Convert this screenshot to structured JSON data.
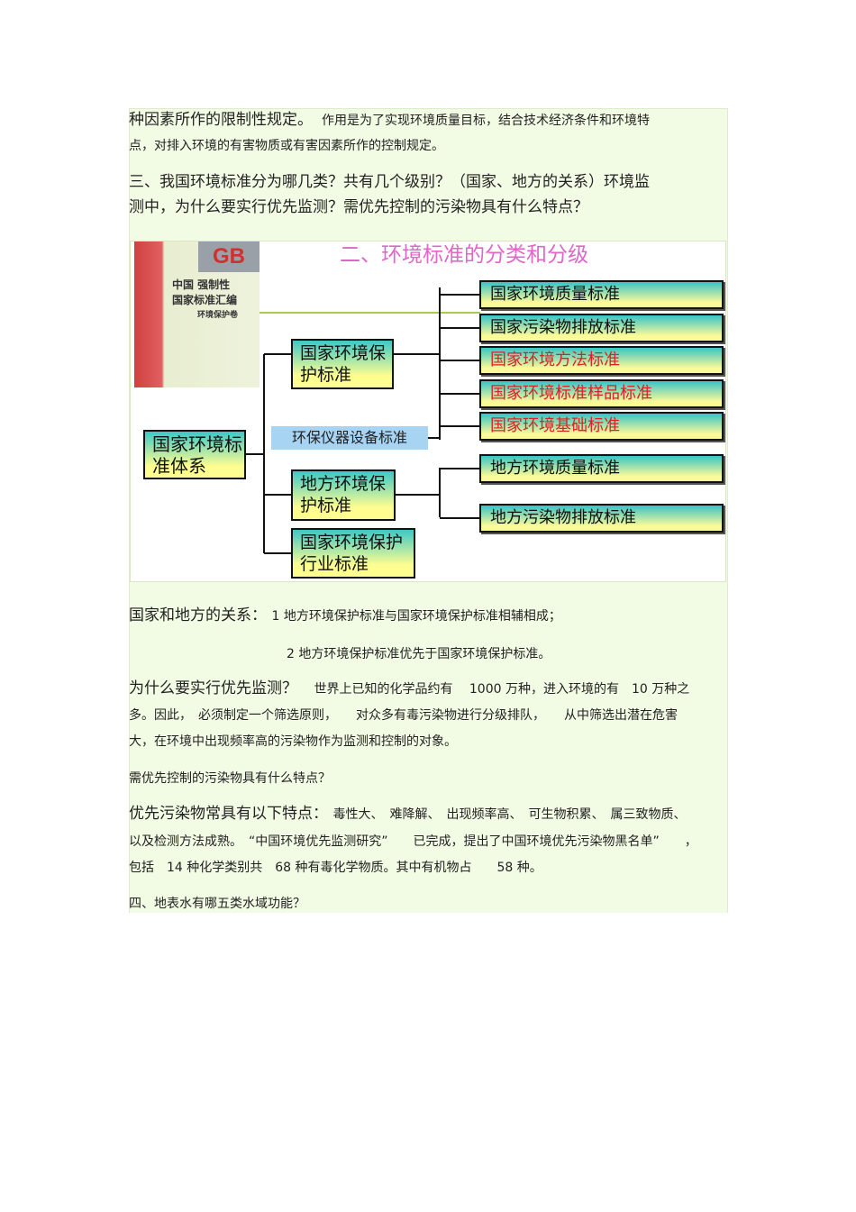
{
  "paragraphs": {
    "l1a": "种因素所作的限制性规定。",
    "l1b": "作用是为了实现环境质量目标，结合技术经济条件和环境特",
    "l2": "点，对排入环境的有害物质或有害因素所作的控制规定。",
    "l3": "三、我国环境标准分为哪几类？共有几个级别？（国家、地方的关系）环境监",
    "l4": "测中，为什么要实行优先监测？需优先控制的污染物具有什么特点？",
    "l5a": "国家和地方的关系：",
    "l5b": "1 地方环境保护标准与国家环境保护标准相辅相成；",
    "l6": "2 地方环境保护标准优先于国家环境保护标准。",
    "l7a": "为什么要实行优先监测？",
    "l7b": "世界上已知的化学品约有　 1000 万种，进入环境的有　10 万种之",
    "l8": "多。因此，　必须制定一个筛选原则，　　对众多有毒污染物进行分级排队，　　从中筛选出潜在危害",
    "l9": "大，在环境中出现频率高的污染物作为监测和控制的对象。",
    "l10": "需优先控制的污染物具有什么特点？",
    "l11a": "优先污染物常具有以下特点：",
    "l11b": "毒性大、　难降解、　出现频率高、　可生物积累、　属三致物质、",
    "l12": "以及检测方法成熟。　“中国环境优先监测研究”　　已完成，提出了中国环境优先污染物黑名单”　　，",
    "l13": "包括　14 种化学类别共　68 种有毒化学物质。其中有机物占　　58 种。",
    "l14": "四、地表水有哪五类水域功能？"
  },
  "diagram": {
    "title": "二、环境标准的分类和分级",
    "book": {
      "gb": "GB",
      "line1": "中国 强制性",
      "line2": "国家标准汇编",
      "line3": "环境保护卷"
    },
    "root": "国家环境标准体系",
    "national": "国家环境保护标准",
    "instrument": "环保仪器设备标准",
    "local": "地方环境保护标准",
    "industry": "国家环境保护行业标准",
    "national_items": [
      {
        "label": "国家环境质量标准",
        "red": false
      },
      {
        "label": "国家污染物排放标准",
        "red": false
      },
      {
        "label": "国家环境方法标准",
        "red": true
      },
      {
        "label": "国家环境标准样品标准",
        "red": true
      },
      {
        "label": "国家环境基础标准",
        "red": true
      }
    ],
    "local_items": [
      {
        "label": "地方环境质量标准"
      },
      {
        "label": "地方污染物排放标准"
      }
    ],
    "colors": {
      "title": "#e066c8",
      "highlight": "#e02020",
      "background": "#f2fbe4"
    }
  }
}
